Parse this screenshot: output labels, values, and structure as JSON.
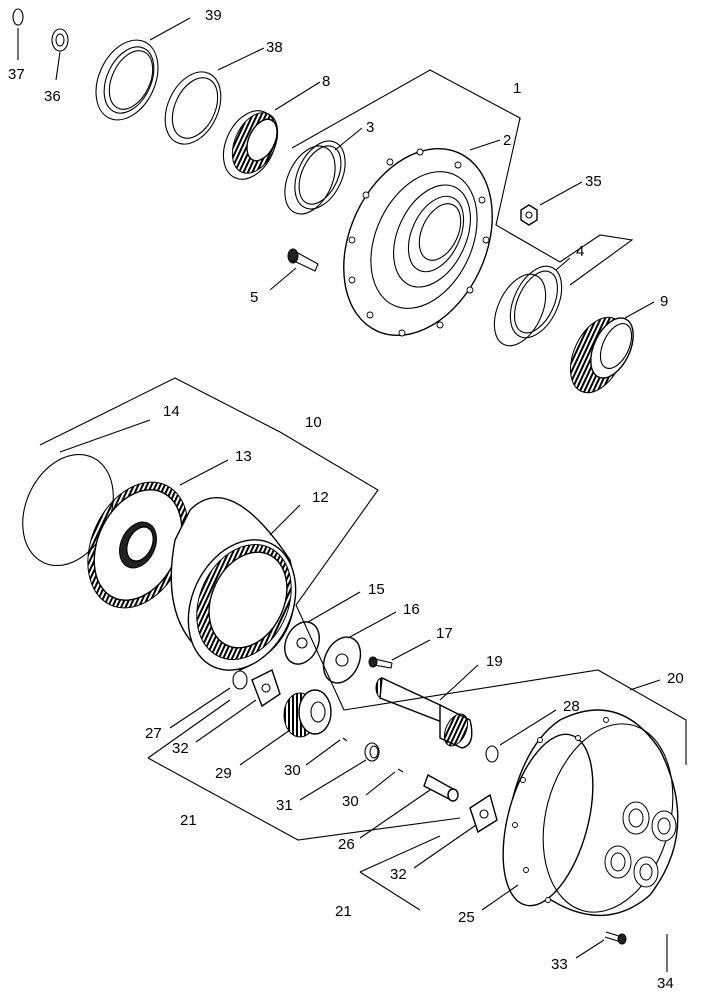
{
  "labels": {
    "l1": "1",
    "l2": "2",
    "l3": "3",
    "l4": "4",
    "l5": "5",
    "l8": "8",
    "l9": "9",
    "l10": "10",
    "l12": "12",
    "l13": "13",
    "l14": "14",
    "l15": "15",
    "l16": "16",
    "l17": "17",
    "l19": "19",
    "l20": "20",
    "l21a": "21",
    "l21b": "21",
    "l25": "25",
    "l26": "26",
    "l27": "27",
    "l28": "28",
    "l29": "29",
    "l30a": "30",
    "l30b": "30",
    "l31": "31",
    "l32a": "32",
    "l32b": "32",
    "l33": "33",
    "l34": "34",
    "l35": "35",
    "l36": "36",
    "l37": "37",
    "l38": "38",
    "l39": "39"
  }
}
